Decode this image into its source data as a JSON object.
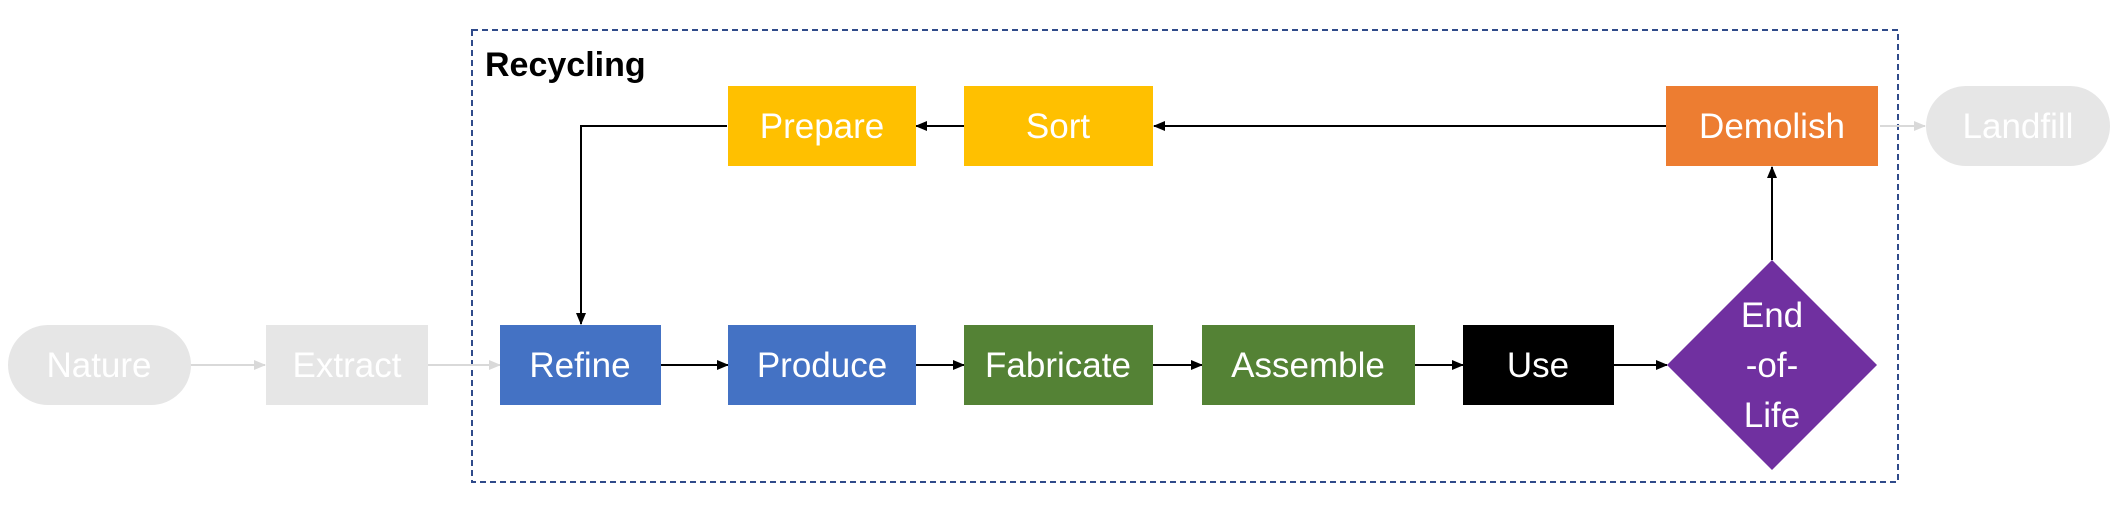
{
  "title": "Recycling",
  "nodes": {
    "nature": {
      "label": "Nature",
      "color": "#e6e6e6"
    },
    "extract": {
      "label": "Extract",
      "color": "#e6e6e6"
    },
    "refine": {
      "label": "Refine",
      "color": "#4472c4"
    },
    "produce": {
      "label": "Produce",
      "color": "#4472c4"
    },
    "fabricate": {
      "label": "Fabricate",
      "color": "#548235"
    },
    "assemble": {
      "label": "Assemble",
      "color": "#548235"
    },
    "use": {
      "label": "Use",
      "color": "#000000"
    },
    "end_of_life": {
      "lines": [
        "End",
        "-of-",
        "Life"
      ],
      "color": "#7030a0"
    },
    "demolish": {
      "label": "Demolish",
      "color": "#ed7d31"
    },
    "sort": {
      "label": "Sort",
      "color": "#ffc000"
    },
    "prepare": {
      "label": "Prepare",
      "color": "#ffc000"
    },
    "landfill": {
      "label": "Landfill",
      "color": "#e6e6e6"
    }
  },
  "colors": {
    "boundary": "#2f4a8a",
    "arrow": "#000000",
    "faded_arrow": "#d9d9d9"
  }
}
